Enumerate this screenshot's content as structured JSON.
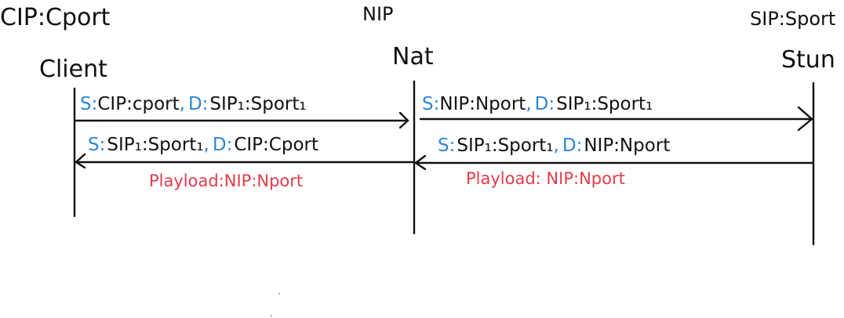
{
  "colors": {
    "ink": "#111111",
    "src_dst_label": "#2f86d6",
    "payload": "#e23b4a"
  },
  "participants": {
    "client": {
      "address": "CIP:Cport",
      "name": "Client"
    },
    "nat": {
      "address": "NIP",
      "name": "Nat"
    },
    "stun": {
      "address": "SIP:Sport",
      "name": "Stun"
    }
  },
  "messages": {
    "m1": {
      "s_label": "S:",
      "s_value": "CIP:cport",
      "sep": ",",
      "d_label": "D:",
      "d_value": "SIP₁:Sport₁"
    },
    "m2": {
      "s_label": "S:",
      "s_value": "NIP:Nport",
      "sep": ",",
      "d_label": "D:",
      "d_value": "SIP₁:Sport₁"
    },
    "m3": {
      "s_label": "S:",
      "s_value": "SIP₁:Sport₁",
      "sep": ",",
      "d_label": "D:",
      "d_value": "NIP:Nport",
      "payload": "Playload: NIP:Nport"
    },
    "m4": {
      "s_label": "S:",
      "s_value": "SIP₁:Sport₁",
      "sep": ",",
      "d_label": "D:",
      "d_value": "CIP:Cport",
      "payload": "Playload:NIP:Nport"
    }
  }
}
